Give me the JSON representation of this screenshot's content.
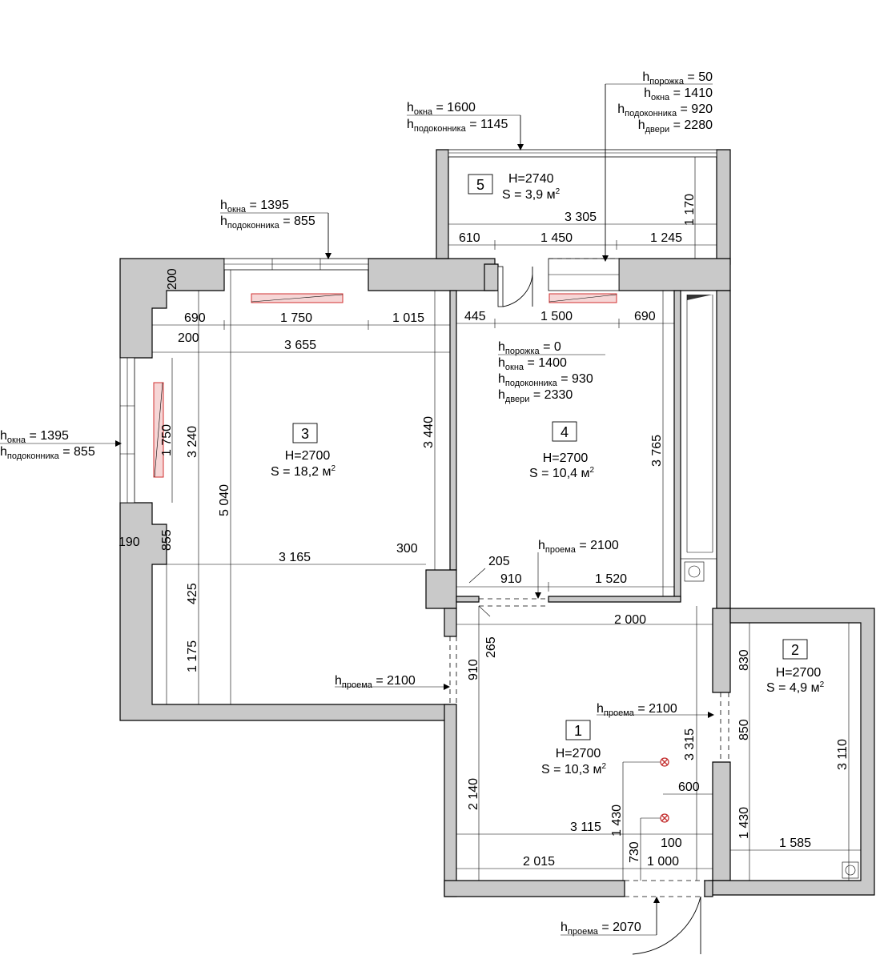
{
  "rooms": [
    {
      "id": "1",
      "height": "H=2700",
      "area_prefix": "S = 10,3 м",
      "area_sup": "2"
    },
    {
      "id": "2",
      "height": "H=2700",
      "area_prefix": "S = 4,9 м",
      "area_sup": "2"
    },
    {
      "id": "3",
      "height": "H=2700",
      "area_prefix": "S = 18,2 м",
      "area_sup": "2"
    },
    {
      "id": "4",
      "height": "H=2700",
      "area_prefix": "S = 10,4 м",
      "area_sup": "2"
    },
    {
      "id": "5",
      "height": "H=2740",
      "area_prefix": "S = 3,9 м",
      "area_sup": "2"
    }
  ],
  "callouts": {
    "top_window": {
      "l1_sub": "окна",
      "l1_val": " = 1600",
      "l2_sub": "подоконника",
      "l2_val": " = 1145"
    },
    "top_right": {
      "l1_sub": "порожка",
      "l1_val": " = 50",
      "l2_sub": "окна",
      "l2_val": " = 1410",
      "l3_sub": "подоконника",
      "l3_val": " = 920",
      "l4_sub": "двери",
      "l4_val": " = 2280"
    },
    "room3_window": {
      "l1_sub": "окна",
      "l1_val": " = 1395",
      "l2_sub": "подоконника",
      "l2_val": " = 855"
    },
    "left_window": {
      "l1_sub": "окна",
      "l1_val": " = 1395",
      "l2_sub": "подоконника",
      "l2_val": " = 855"
    },
    "room4_door": {
      "l1_sub": "порожка",
      "l1_val": " = 0",
      "l2_sub": "окна",
      "l2_val": " = 1400",
      "l3_sub": "подоконника",
      "l3_val": " = 930",
      "l4_sub": "двери",
      "l4_val": " = 2330"
    },
    "opening_room4": {
      "sub": "проема",
      "val": " = 2100"
    },
    "opening_room3": {
      "sub": "проема",
      "val": " = 2100"
    },
    "opening_room2": {
      "sub": "проема",
      "val": " = 2100"
    },
    "opening_entry": {
      "sub": "проема",
      "val": " = 2070"
    }
  },
  "letter_h": "h",
  "dimensions": {
    "d3305": "3 305",
    "d1170": "1 170",
    "d610": "610",
    "d1450": "1 450",
    "d1245": "1 245",
    "d200a": "200",
    "d690a": "690",
    "d1750h": "1 750",
    "d1015": "1 015",
    "d200b": "200",
    "d3655": "3 655",
    "d445": "445",
    "d1500": "1 500",
    "d690b": "690",
    "d1750v": "1 750",
    "d3240": "3 240",
    "d5040": "5 040",
    "d3440": "3 440",
    "d3765": "3 765",
    "d190": "190",
    "d855": "855",
    "d3165": "3 165",
    "d300": "300",
    "d425": "425",
    "d1175": "1 175",
    "d205": "205",
    "d910h": "910",
    "d1520": "1 520",
    "d2000": "2 000",
    "d265": "265",
    "d910v": "910",
    "d830": "830",
    "d850": "850",
    "d3315": "3 315",
    "d3110": "3 110",
    "d600": "600",
    "d2140": "2 140",
    "d1430a": "1 430",
    "d3115": "3 115",
    "d1430b": "1 430",
    "d100": "100",
    "d730": "730",
    "d1000": "1 000",
    "d2015": "2 015",
    "d1585": "1 585"
  }
}
